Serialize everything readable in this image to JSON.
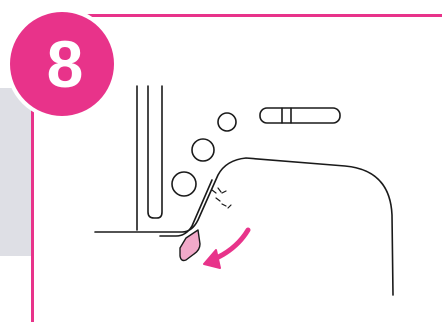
{
  "step": {
    "number": "8"
  },
  "colors": {
    "accent": "#e8338a",
    "side_tab": "#dedfe5",
    "line_art": "#1a1a1a",
    "lever_fill": "#f2a9c9"
  },
  "icons": {
    "arrow": "curved-arrow-down-left",
    "lever": "presser-foot-lever"
  }
}
